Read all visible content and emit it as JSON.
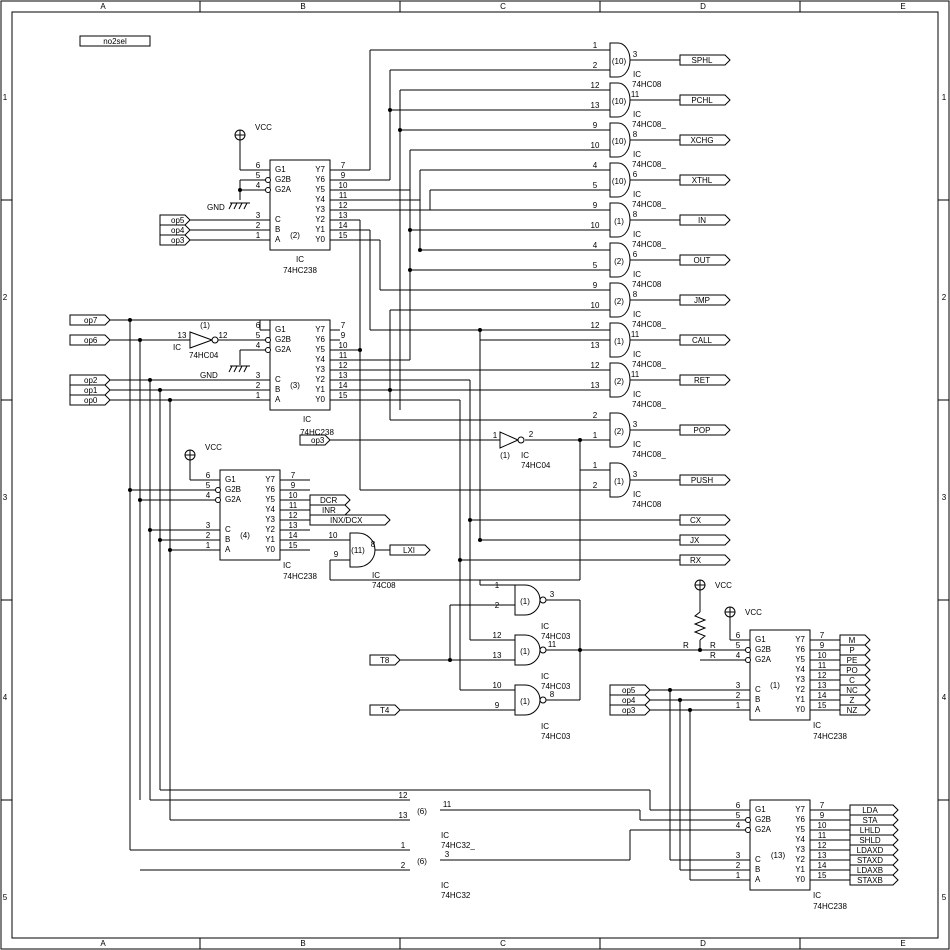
{
  "sheet": {
    "title_box": "no2sel",
    "col_labels": [
      "A",
      "B",
      "C",
      "D",
      "E"
    ],
    "row_labels": [
      "1",
      "2",
      "3",
      "4",
      "5"
    ]
  },
  "power": {
    "vcc": "VCC",
    "gnd": "GND"
  },
  "chips": {
    "u2": {
      "ref": "(2)",
      "type": "74HC238",
      "prefix": "IC"
    },
    "u3": {
      "ref": "(3)",
      "type": "74HC238",
      "prefix": "IC"
    },
    "u4": {
      "ref": "(4)",
      "type": "74HC238",
      "prefix": "IC"
    },
    "u1d": {
      "ref": "(1)",
      "type": "74HC238",
      "prefix": "IC"
    },
    "u13": {
      "ref": "(13)",
      "type": "74HC238",
      "prefix": "IC"
    }
  },
  "decoder_pins": {
    "left": [
      "G1",
      "G2B",
      "G2A",
      "C",
      "B",
      "A"
    ],
    "right": [
      "Y7",
      "Y6",
      "Y5",
      "Y4",
      "Y3",
      "Y2",
      "Y1",
      "Y0"
    ],
    "left_nums": [
      "6",
      "5",
      "4",
      "3",
      "2",
      "1"
    ],
    "right_nums": [
      "7",
      "9",
      "10",
      "11",
      "12",
      "13",
      "14",
      "15"
    ]
  },
  "and_gates": [
    {
      "ref": "(10)",
      "in": [
        "1",
        "2"
      ],
      "out": "3",
      "label": "SPHL",
      "ic": "IC",
      "type": "74HC08"
    },
    {
      "ref": "(10)",
      "in": [
        "12",
        "13"
      ],
      "out": "11",
      "label": "PCHL",
      "ic": "IC",
      "type": "74HC08_"
    },
    {
      "ref": "(10)",
      "in": [
        "9",
        "10"
      ],
      "out": "8",
      "label": "XCHG",
      "ic": "IC",
      "type": "74HC08_"
    },
    {
      "ref": "(10)",
      "in": [
        "4",
        "5"
      ],
      "out": "6",
      "label": "XTHL",
      "ic": "IC",
      "type": "74HC08_"
    },
    {
      "ref": "(1)",
      "in": [
        "9",
        "10"
      ],
      "out": "8",
      "label": "IN",
      "ic": "IC",
      "type": "74HC08_"
    },
    {
      "ref": "(2)",
      "in": [
        "4",
        "5"
      ],
      "out": "6",
      "label": "OUT",
      "ic": "IC",
      "type": "74HC08"
    },
    {
      "ref": "(2)",
      "in": [
        "9",
        "10"
      ],
      "out": "8",
      "label": "JMP",
      "ic": "IC",
      "type": "74HC08_"
    },
    {
      "ref": "(1)",
      "in": [
        "12",
        "13"
      ],
      "out": "11",
      "label": "CALL",
      "ic": "IC",
      "type": "74HC08_"
    },
    {
      "ref": "(2)",
      "in": [
        "12",
        "13"
      ],
      "out": "11",
      "label": "RET",
      "ic": "IC",
      "type": "74HC08_"
    },
    {
      "ref": "(2)",
      "in": [
        "2",
        "1"
      ],
      "out": "3",
      "label": "POP",
      "ic": "IC",
      "type": "74HC08_"
    },
    {
      "ref": "(1)",
      "in": [
        "1",
        "2"
      ],
      "out": "3",
      "label": "PUSH",
      "ic": "IC",
      "type": "74HC08"
    }
  ],
  "inputs": {
    "op7": "op7",
    "op6": "op6",
    "op5": "op5",
    "op4": "op4",
    "op3": "op3",
    "op2": "op2",
    "op1": "op1",
    "op0": "op0",
    "t8": "T8",
    "t4": "T4"
  },
  "outputs_mid": [
    "CX",
    "JX",
    "RX"
  ],
  "u4_outputs": [
    "DCR",
    "INR",
    "INX/DCX"
  ],
  "lxi": {
    "label": "LXI",
    "ref": "(11)",
    "ic": "IC",
    "type": "74C08",
    "in": [
      "10",
      "9"
    ],
    "out": "8"
  },
  "cond_outputs": [
    "M",
    "P",
    "PE",
    "PO",
    "C",
    "NC",
    "Z",
    "NZ"
  ],
  "store_outputs": [
    "LDA",
    "STA",
    "LHLD",
    "SHLD",
    "LDAXD",
    "STAXD",
    "LDAXB",
    "STAXB"
  ],
  "inverters": [
    {
      "ref": "(1)",
      "ic": "IC",
      "type": "74HC04",
      "in": "13",
      "out": "12"
    },
    {
      "ref": "(1)",
      "ic": "IC",
      "type": "74HC04",
      "in": "1",
      "out": "2"
    }
  ],
  "nands": [
    {
      "ref": "(1)",
      "ic": "IC",
      "type": "74HC03",
      "in": [
        "1",
        "2"
      ],
      "out": "3"
    },
    {
      "ref": "(1)",
      "ic": "IC",
      "type": "74HC03",
      "in": [
        "12",
        "13"
      ],
      "out": "11"
    },
    {
      "ref": "(1)",
      "ic": "IC",
      "type": "74HC03",
      "in": [
        "10",
        "9"
      ],
      "out": "8"
    }
  ],
  "ors": [
    {
      "ref": "(6)",
      "ic": "IC",
      "type": "74HC32_",
      "in": [
        "12",
        "13"
      ],
      "out": "11"
    },
    {
      "ref": "(6)",
      "ic": "IC",
      "type": "74HC32",
      "in": [
        "1",
        "2"
      ],
      "out": "3"
    }
  ],
  "pullup": {
    "r_label": "R"
  }
}
